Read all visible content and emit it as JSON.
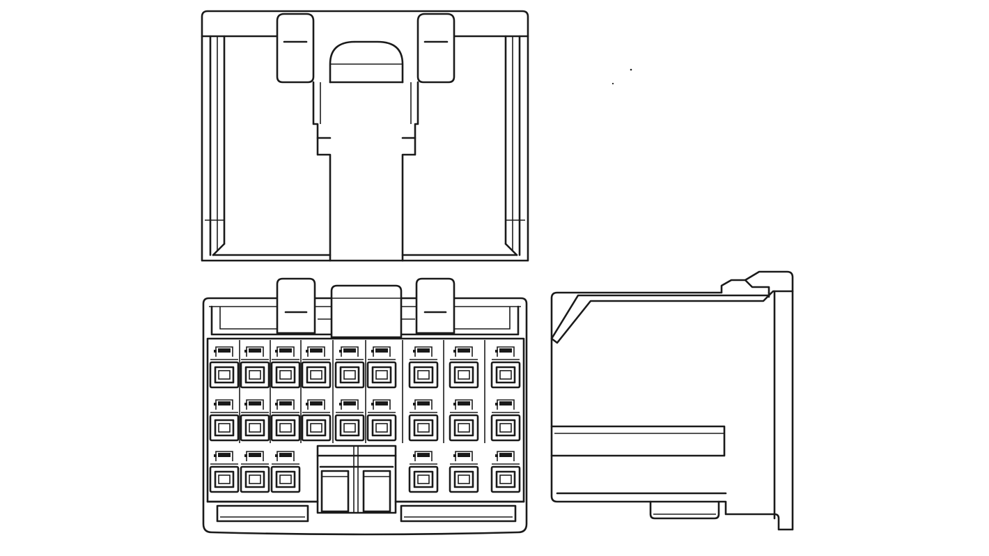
{
  "drawing": {
    "subject": "connector-housing",
    "views": [
      {
        "id": "top-view"
      },
      {
        "id": "front-view"
      },
      {
        "id": "side-view"
      }
    ],
    "front_view": {
      "cavity_grid": {
        "rows": 3,
        "columns": 9
      },
      "center_block_present": true
    },
    "colors": {
      "line": "#1a1a1a",
      "background": "#ffffff"
    }
  }
}
